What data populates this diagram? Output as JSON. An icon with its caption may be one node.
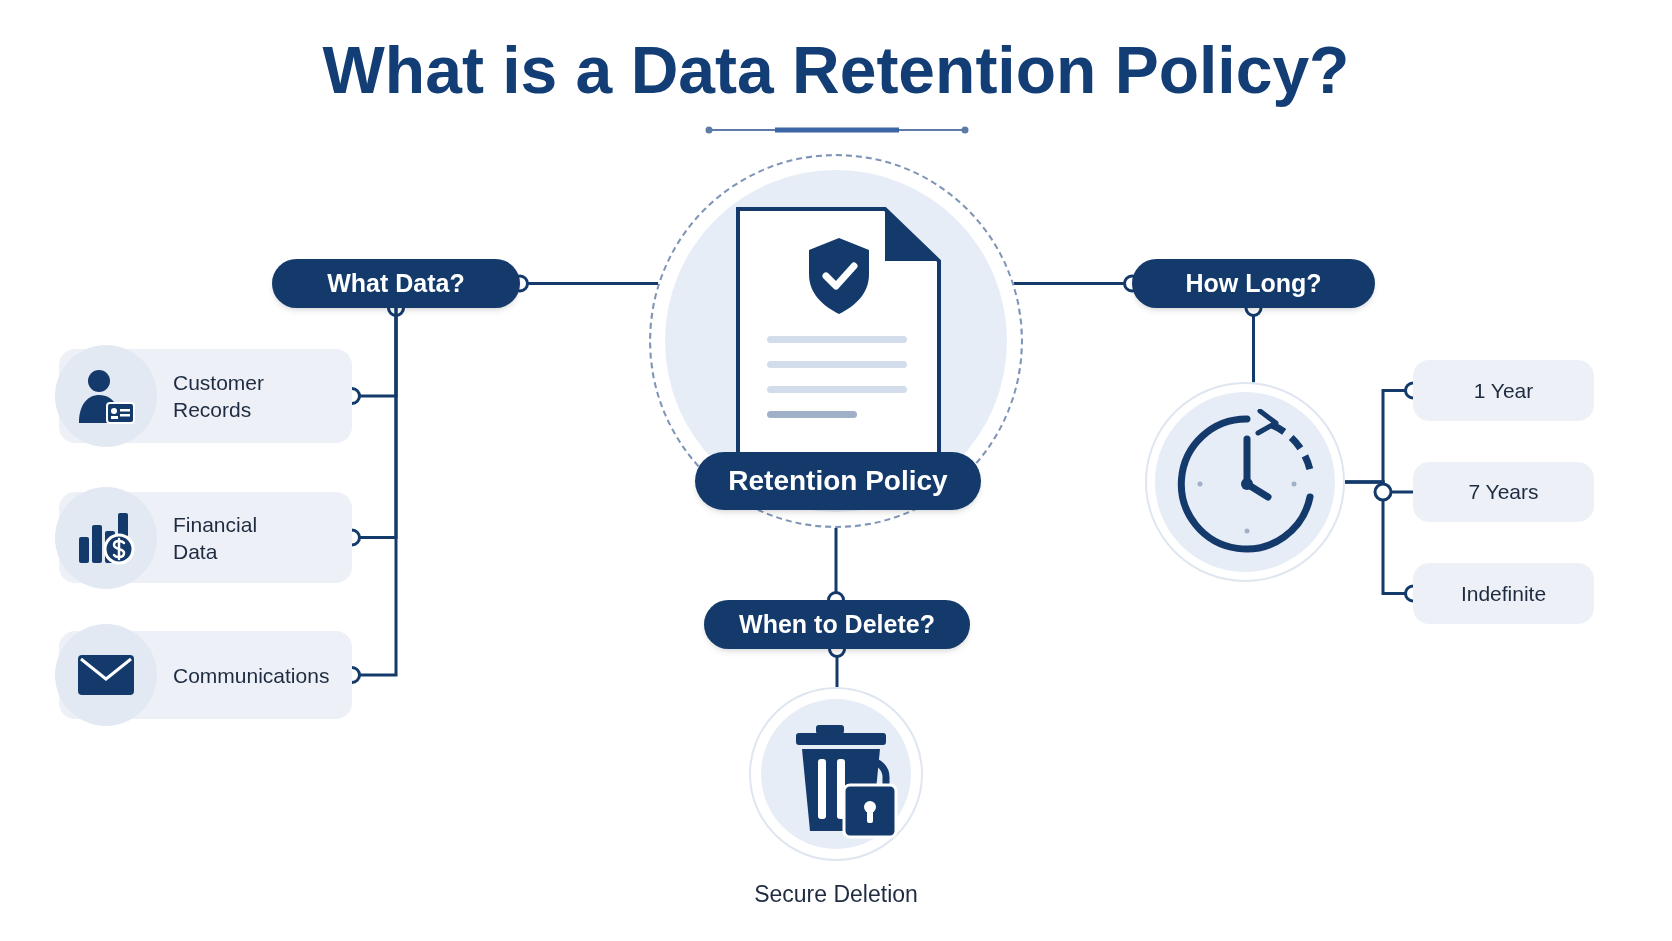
{
  "diagram": {
    "title": "What is a Data Retention Policy?",
    "nodes": [
      {
        "text": [
          "What Data?"
        ]
      },
      {
        "text": [],
        "shape": "circle"
      },
      {
        "text": [
          "How Long?"
        ]
      },
      {
        "text": [
          "Customer Records"
        ]
      },
      {
        "text": [
          "Financial Data"
        ]
      },
      {
        "text": [
          "Communications"
        ]
      },
      {
        "text": [
          "Retention Policy"
        ],
        "in": 1
      },
      {
        "text": [],
        "shape": "circle"
      },
      {
        "text": [
          "1 Year"
        ]
      },
      {
        "text": [
          "7 Years"
        ]
      },
      {
        "text": [
          "Indefinite"
        ]
      },
      {
        "text": [
          "When to Delete?"
        ]
      },
      {
        "text": [
          "Secure Deletion"
        ]
      }
    ],
    "edges": [
      {
        "from": 0,
        "to": 1,
        "arrow": "other"
      },
      {
        "from": 2,
        "to": 1,
        "arrow": "other"
      },
      {
        "from": 1,
        "to": 11,
        "arrow": "other"
      },
      {
        "from": 11,
        "to": 12,
        "arrow": "other"
      },
      {
        "from": 0,
        "to": 3,
        "arrow": "other"
      },
      {
        "from": 0,
        "to": 4,
        "arrow": "other"
      },
      {
        "from": 0,
        "to": 5,
        "arrow": "other"
      },
      {
        "from": 2,
        "to": 7,
        "arrow": "other"
      },
      {
        "from": 7,
        "to": 8,
        "arrow": "other"
      },
      {
        "from": 7,
        "to": 9,
        "arrow": "none"
      },
      {
        "from": 7,
        "to": 10,
        "arrow": "other"
      }
    ]
  }
}
